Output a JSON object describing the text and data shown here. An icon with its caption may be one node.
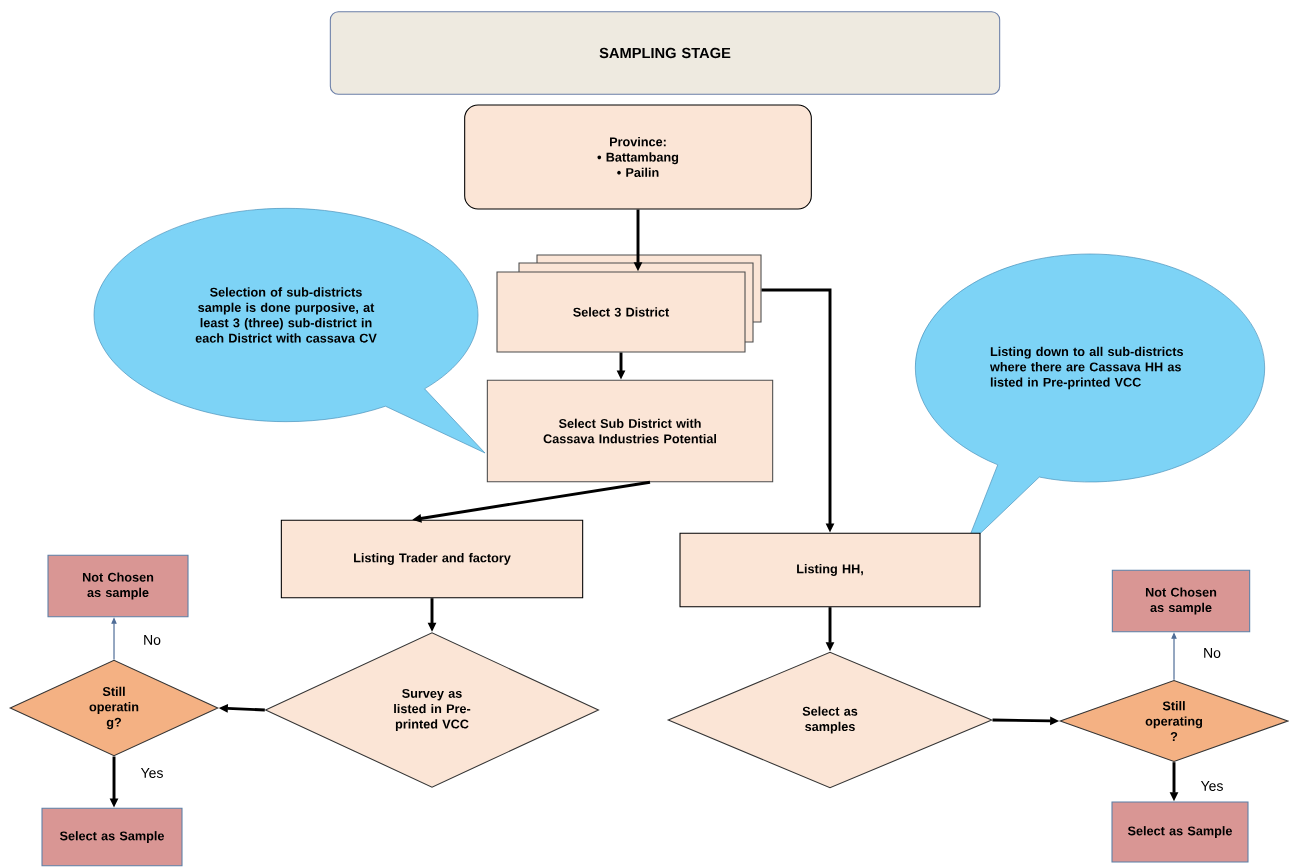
{
  "diagram": {
    "nodes": [
      {
        "text": [
          "SAMPLING STAGE"
        ]
      },
      {
        "text": [
          "Province:",
          "• Battambang",
          "• Pailin"
        ]
      },
      {
        "text": [
          "Selection of sub-districts sample is done purposive, at least 3 (three) sub-district in each District with cassava CV"
        ]
      },
      {
        "text": [
          "Select 3 District"
        ]
      },
      {
        "text": [
          "Select Sub District with Cassava Industries Potential"
        ]
      },
      {
        "text": [
          "Listing down to all sub-districts where there are Cassava HH as listed in Pre-printed VCC"
        ]
      },
      {
        "text": [
          "Listing Trader and factory"
        ]
      },
      {
        "text": [
          "Listing HH,"
        ]
      },
      {
        "text": [
          "Not Chosen as sample"
        ]
      },
      {
        "text": [
          "Not Chosen as sample"
        ]
      },
      {
        "text": [
          "Survey as listed in Pre-printed VCC"
        ]
      },
      {
        "text": [
          "Still operatin g?"
        ]
      },
      {
        "text": [
          "Select as samples"
        ]
      },
      {
        "text": [
          "Still operating ?"
        ]
      },
      {
        "text": [
          "Select as Sample"
        ]
      },
      {
        "text": [
          "Select as Sample"
        ]
      }
    ],
    "edges": [
      {
        "from": 1,
        "to": 3,
        "arrow": "to"
      },
      {
        "from": 3,
        "to": 4,
        "arrow": "to"
      },
      {
        "from": 3,
        "to": 7,
        "arrow": "to"
      },
      {
        "from": 4,
        "to": 6,
        "arrow": "to"
      },
      {
        "from": 6,
        "to": 10,
        "arrow": "to"
      },
      {
        "from": 10,
        "to": 11,
        "arrow": "to"
      },
      {
        "from": 11,
        "to": 8,
        "arrow": "to",
        "label": "No",
        "color": "#4f6d97"
      },
      {
        "from": 11,
        "to": 14,
        "arrow": "to",
        "label": "Yes"
      },
      {
        "from": 7,
        "to": 12,
        "arrow": "to"
      },
      {
        "from": 12,
        "to": 13,
        "arrow": "to"
      },
      {
        "from": 13,
        "to": 9,
        "arrow": "to",
        "label": "No",
        "color": "#4f6d97"
      },
      {
        "from": 13,
        "to": 15,
        "arrow": "to",
        "label": "Yes"
      }
    ]
  }
}
